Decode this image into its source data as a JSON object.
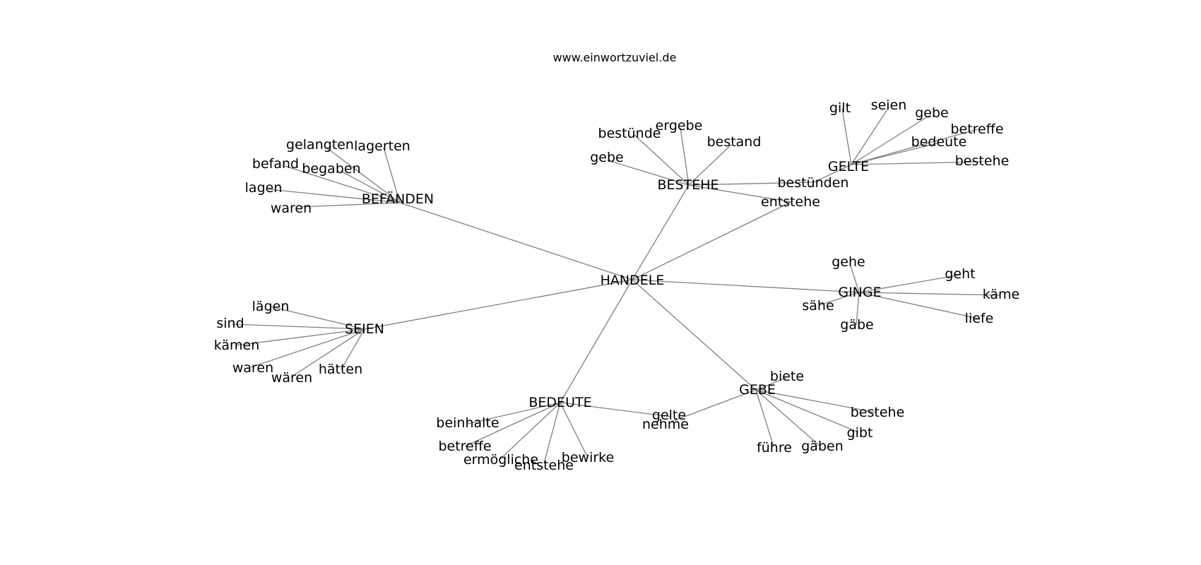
{
  "caption": "www.einwortzuviel.de",
  "graph": {
    "center": "HANDELE",
    "clusters": [
      {
        "hub": "BEFÄNDEN",
        "words": [
          "gelangten",
          "lagerten",
          "befand",
          "begaben",
          "lagen",
          "waren"
        ]
      },
      {
        "hub": "BESTEHE",
        "words": [
          "bestünde",
          "ergebe",
          "bestand",
          "gebe",
          "bestünden",
          "entstehe"
        ]
      },
      {
        "hub": "GELTE",
        "words": [
          "gilt",
          "seien",
          "gebe",
          "betreffe",
          "bedeute",
          "bestehe",
          "bestünden"
        ]
      },
      {
        "hub": "GINGE",
        "words": [
          "gehe",
          "geht",
          "käme",
          "sähe",
          "gäbe",
          "liefe"
        ]
      },
      {
        "hub": "GEBE",
        "words": [
          "biete",
          "bestehe",
          "gibt",
          "gäben",
          "führe",
          "nehme",
          "gelte"
        ]
      },
      {
        "hub": "BEDEUTE",
        "words": [
          "beinhalte",
          "betreffe",
          "ermögliche",
          "entstehe",
          "bewirke",
          "gelte"
        ]
      },
      {
        "hub": "SEIEN",
        "words": [
          "lägen",
          "sind",
          "kämen",
          "waren",
          "wären",
          "hätten"
        ]
      }
    ]
  }
}
